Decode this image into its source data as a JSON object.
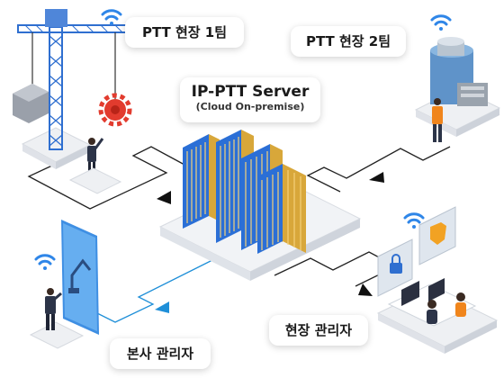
{
  "labels": {
    "server_title": "IP-PTT Server",
    "server_subtitle": "(Cloud On-premise)",
    "team1": "PTT 현장 1팀",
    "team2": "PTT 현장 2팀",
    "field_manager": "현장 관리자",
    "hq_manager": "본사 관리자"
  },
  "colors": {
    "wifi": "#2f86e8",
    "link_line": "#1f8fd8",
    "line": "#222222",
    "server_blue": "#2b6fd6",
    "server_gold": "#d8a73a",
    "crane": "#2f6fd0",
    "gear": "#e23b2e",
    "worker_vest": "#f0851c"
  },
  "icons": [
    "wifi-icon",
    "lock-icon",
    "shield-icon",
    "crane-icon",
    "gear-icon",
    "robot-arm-icon",
    "machine-icon",
    "server-rack-icon"
  ]
}
